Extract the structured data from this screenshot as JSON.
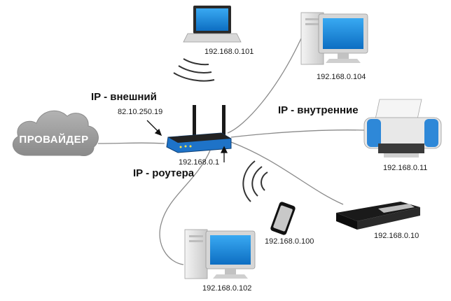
{
  "colors": {
    "screen": "#1a8fe0",
    "router_body": "#1e73c8",
    "cloud": "#9a9a9a",
    "cable": "#888888",
    "case": "#e6e6e6"
  },
  "cloud": {
    "label": "ПРОВАЙДЕР"
  },
  "labels": {
    "ip_external": "IP - внешний",
    "ip_external_value": "82.10.250.19",
    "ip_router": "IP - роутера",
    "ip_router_value": "192.168.0.1",
    "ip_internal": "IP - внутренние"
  },
  "devices": {
    "laptop_top": "192.168.0.101",
    "pc_top_right": "192.168.0.104",
    "printer": "192.168.0.11",
    "console": "192.168.0.10",
    "phone": "192.168.0.100",
    "pc_bottom": "192.168.0.102"
  }
}
